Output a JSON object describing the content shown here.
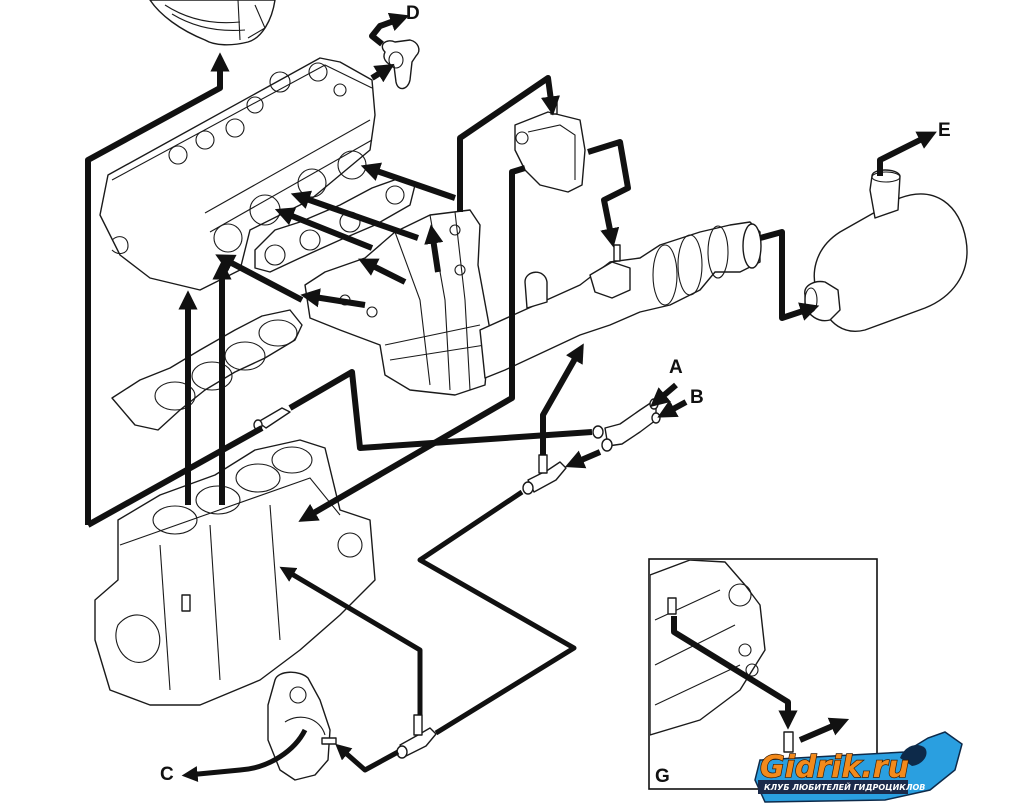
{
  "diagram": {
    "type": "cooling-hose-routing",
    "labels": {
      "A": "A",
      "B": "B",
      "C": "C",
      "D": "D",
      "E": "E",
      "G": "G"
    },
    "components": [
      "supercharger",
      "thermostat-housing",
      "cylinder-head",
      "exhaust-manifold-gaskets",
      "exhaust-manifold",
      "pressure-relief-valve",
      "exhaust-pipe",
      "water-box",
      "head-gasket",
      "cylinder-block",
      "oil-cooler-pump",
      "y-joint",
      "t-joints"
    ],
    "inset": {
      "label": "G",
      "description": "detail view of block drain hose"
    }
  },
  "watermark": {
    "title": "Gidrik.ru",
    "subtitle": "КЛУБ ЛЮБИТЕЛЕЙ ГИДРОЦИКЛОВ",
    "colors": {
      "orange": "#f28a1c",
      "blue": "#2a9fe0",
      "dark": "#1b2a4a"
    }
  }
}
